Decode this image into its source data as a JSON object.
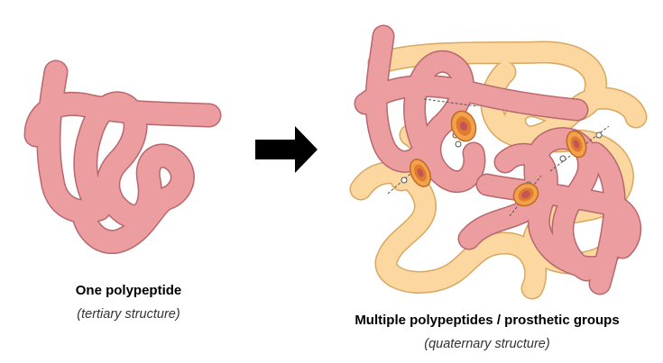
{
  "left_panel": {
    "title": "One polypeptide",
    "subtitle": "(tertiary structure)"
  },
  "right_panel": {
    "title": "Multiple polypeptides / prosthetic groups",
    "subtitle": "(quaternary structure)"
  },
  "arrow": {
    "icon": "right-arrow-icon",
    "color": "#000000"
  },
  "colors": {
    "polypeptide_fill": "#ec9da0",
    "polypeptide_outline": "#b8676c",
    "polypeptide_alt_fill": "#fcd7a0",
    "polypeptide_alt_outline": "#d8a860",
    "prosthetic_outer": "#f2a24c",
    "prosthetic_ring": "#e07a2e",
    "prosthetic_core": "#c0555a"
  }
}
